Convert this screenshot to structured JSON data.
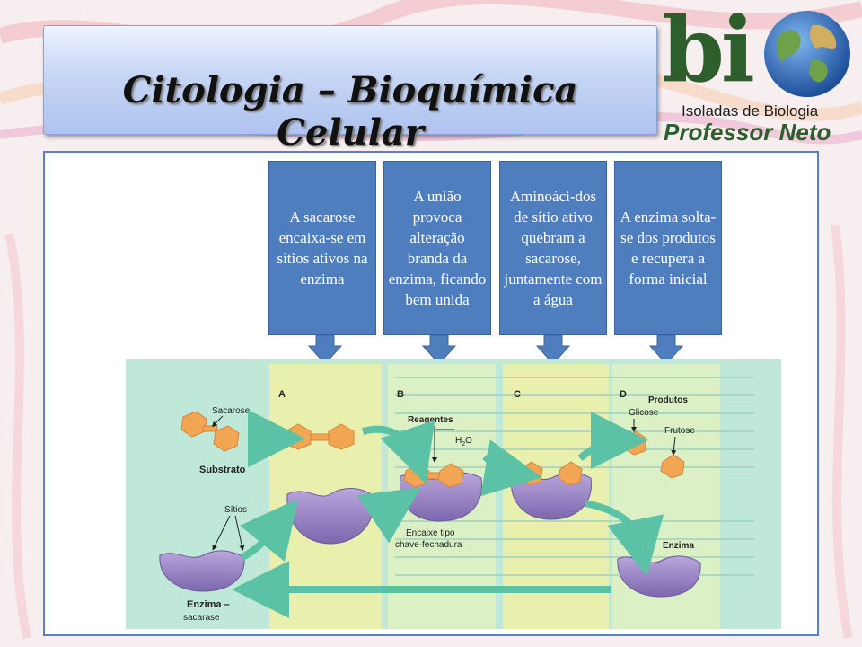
{
  "title": "Citologia – Bioquímica Celular",
  "logo": {
    "main": "bi",
    "subtitle": "Isoladas de Biologia",
    "name": "Professor Neto"
  },
  "callouts": [
    "A sacarose encaixa-se em sítios ativos na enzima",
    "A união provoca alteração branda da enzima, ficando bem unida",
    "Aminoáci-dos de sítio ativo quebram a sacarose, juntamente com a água",
    "A enzima solta-se dos produtos e recupera a forma inicial"
  ],
  "diagram": {
    "stage_a": "A",
    "stage_b": "B",
    "stage_c": "C",
    "stage_d": "D",
    "sacarose": "Sacarose",
    "substrato": "Substrato",
    "sitios": "Sítios",
    "enzima_sacarase_1": "Enzima –",
    "enzima_sacarase_2": "sacarase",
    "reagentes": "Reagentes",
    "h2o_main": "H",
    "h2o_sub": "2",
    "h2o_o": "O",
    "encaixe_1": "Encaixe tipo",
    "encaixe_2": "chave-fechadura",
    "produtos": "Produtos",
    "glicose": "Glicose",
    "frutose": "Frutose",
    "enzima": "Enzima"
  },
  "colors": {
    "callout_bg": "#4f7ebe",
    "enzyme": "#9b86c4",
    "substrate": "#f2a552",
    "arrow": "#5cc2a6",
    "panel_bg": "#bfe8d8",
    "panel_highlight": "#f0f0a6"
  }
}
